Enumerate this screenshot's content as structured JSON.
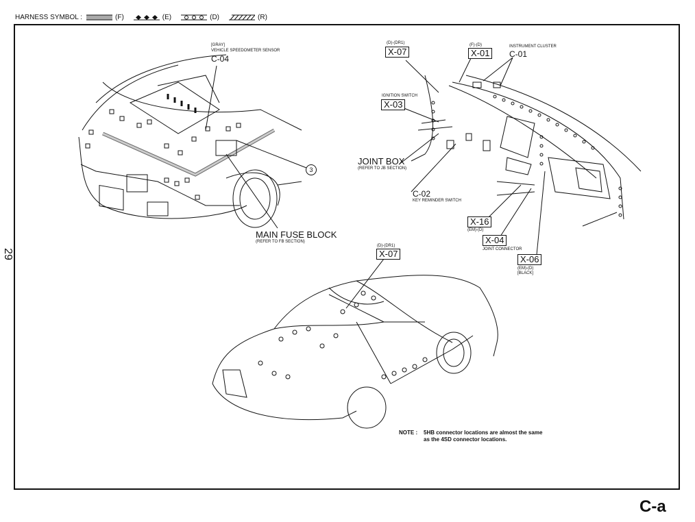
{
  "legend": {
    "title": "HARNESS SYMBOL :",
    "items": [
      {
        "pattern": "dotted-band",
        "code": "(F)"
      },
      {
        "pattern": "diamonds",
        "code": "(E)"
      },
      {
        "pattern": "circles",
        "code": "(D)"
      },
      {
        "pattern": "hatched",
        "code": "(R)"
      }
    ]
  },
  "page_number": "29",
  "section_label": "C-a",
  "engine_bay": {
    "c04": {
      "note": "[GRAY]",
      "name": "VEHICLE SPEEDOMETER SENSOR",
      "code": "C-04"
    },
    "main_fuse_block": {
      "name": "MAIN FUSE BLOCK",
      "ref": "(REFER TO FB SECTION)"
    },
    "callout_3": "3"
  },
  "dashboard": {
    "x07": {
      "harness": "(D)-(DR1)",
      "code": "X-07"
    },
    "x01": {
      "harness": "(F)-(D)",
      "code": "X-01"
    },
    "c01": {
      "name": "INSTRUMENT CLUSTER",
      "code": "C-01"
    },
    "x03": {
      "name": "IGNITION SWITCH",
      "code": "X-03"
    },
    "joint_box": {
      "name": "JOINT BOX",
      "ref": "(REFER TO JB SECTION)"
    },
    "c02": {
      "code": "C-02",
      "name": "KEY REMINDER SWITCH"
    },
    "x16": {
      "code": "X-16",
      "harness": "(EM)-(D)"
    },
    "x04": {
      "code": "X-04",
      "name": "JOINT CONNECTOR"
    },
    "x06": {
      "code": "X-06",
      "harness": "(EM)-(D)",
      "color": "[BLACK]"
    }
  },
  "body": {
    "x07": {
      "harness": "(D)-(DR1)",
      "code": "X-07"
    },
    "note_label": "NOTE :",
    "note_line1": "5HB connector locations are almost the same",
    "note_line2": "as the 4SD connector locations."
  }
}
